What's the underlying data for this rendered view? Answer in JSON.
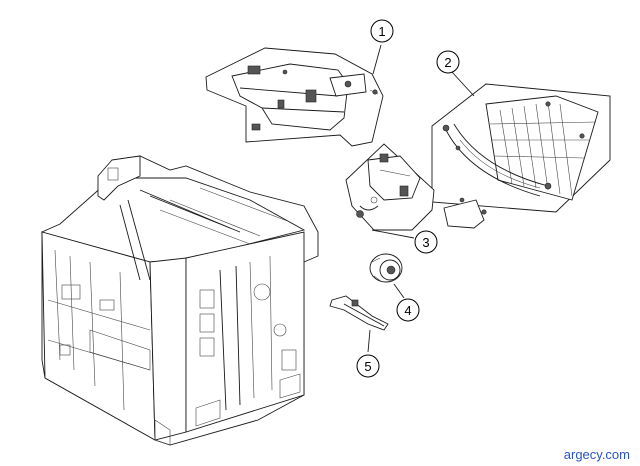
{
  "callouts": [
    {
      "id": "1",
      "label": "1"
    },
    {
      "id": "2",
      "label": "2"
    },
    {
      "id": "3",
      "label": "3"
    },
    {
      "id": "4",
      "label": "4"
    },
    {
      "id": "5",
      "label": "5"
    }
  ],
  "watermark": "argecy.com"
}
